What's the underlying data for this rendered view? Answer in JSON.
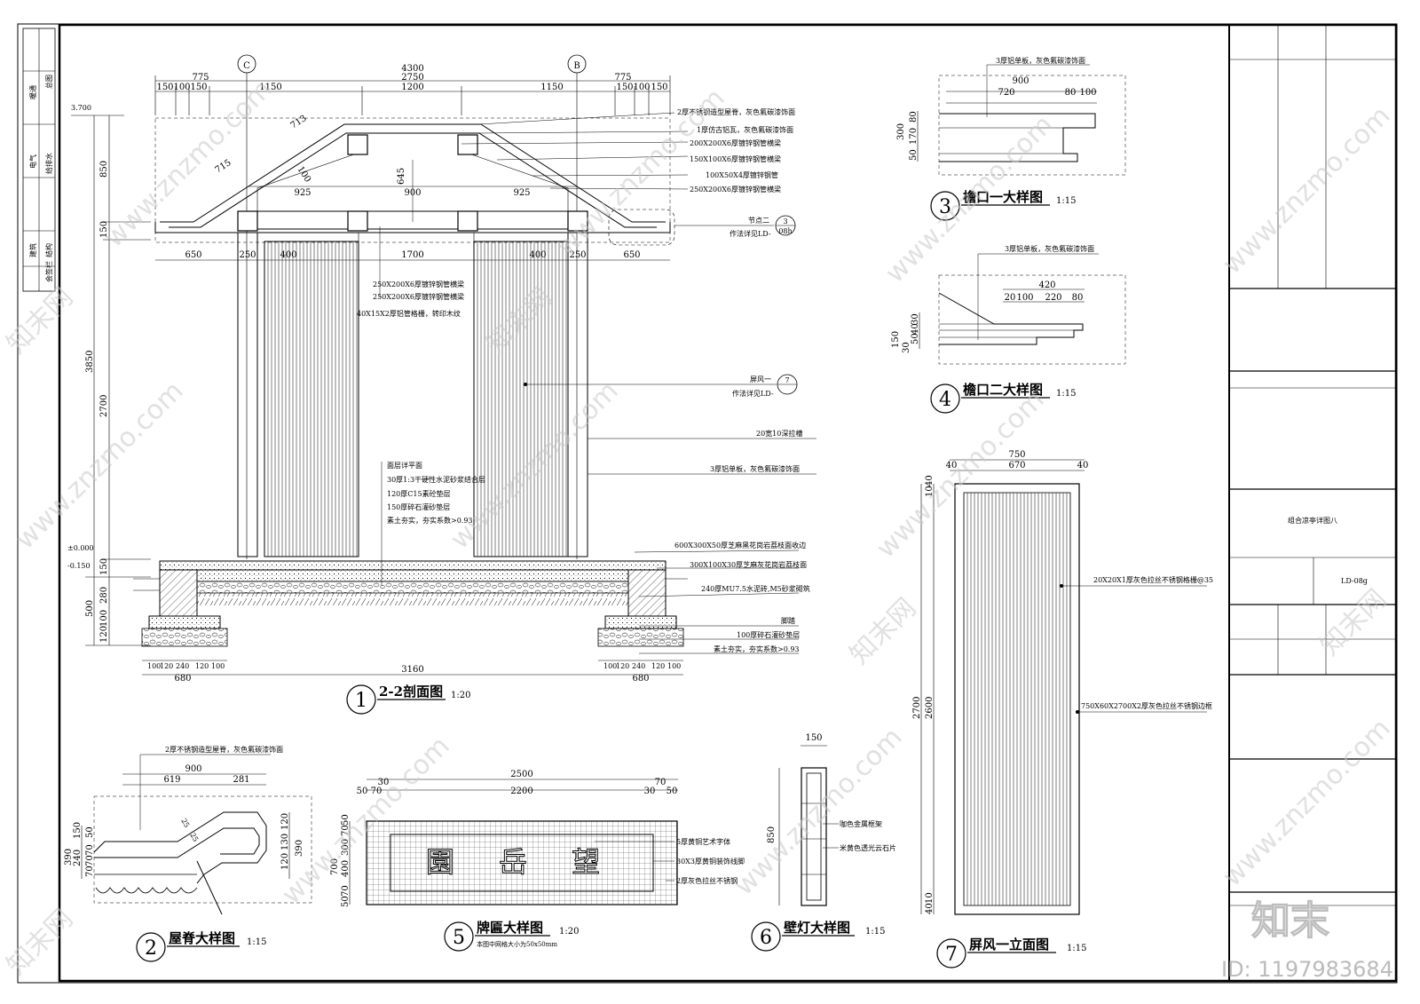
{
  "sheet": {
    "drawing_title": "组合凉亭详图八",
    "drawing_no": "LD-08g",
    "left_stamp": [
      "会签栏",
      "建筑",
      "结构",
      "电气",
      "给排水",
      "暖通",
      "总图"
    ]
  },
  "views": {
    "v1": {
      "num": "1",
      "title": "2-2剖面图",
      "scale": "1:20"
    },
    "v2": {
      "num": "2",
      "title": "屋脊大样图",
      "scale": "1:15"
    },
    "v3": {
      "num": "3",
      "title": "檐口一大样图",
      "scale": "1:15"
    },
    "v4": {
      "num": "4",
      "title": "檐口二大样图",
      "scale": "1:15"
    },
    "v5": {
      "num": "5",
      "title": "牌匾大样图",
      "scale": "1:20",
      "note": "本图中网格大小为50x50mm"
    },
    "v6": {
      "num": "6",
      "title": "壁灯大样图",
      "scale": "1:15"
    },
    "v7": {
      "num": "7",
      "title": "屏风一立面图",
      "scale": "1:15"
    }
  },
  "section": {
    "axis_c": "C",
    "axis_b": "B",
    "dims_top": {
      "total": "4300",
      "inner": "2750",
      "side_l": "775",
      "side_r": "775",
      "l1": "150",
      "l2": "100",
      "l3": "150",
      "l4": "1150",
      "mid": "1200",
      "r4": "1150",
      "r3": "150",
      "r2": "100",
      "r1": "150"
    },
    "roof_dims": {
      "slope1": "713",
      "slope2": "715",
      "t100": "100",
      "w925a": "925",
      "w900": "900",
      "w925b": "925",
      "h645": "645"
    },
    "row2": {
      "a": "650",
      "b": "250",
      "c": "400",
      "d": "1700",
      "e": "400",
      "f": "250",
      "g": "650"
    },
    "vert": {
      "elev": "3.700",
      "h3850": "3850",
      "h850": "850",
      "h150": "150",
      "h2700": "2700",
      "zero": "±0.000",
      "neg": "-0.150",
      "f150": "150",
      "f500": "500",
      "f280": "280",
      "f100": "100",
      "f120": "120"
    },
    "bottom": {
      "total": "3160",
      "l": [
        "100",
        "120",
        "240",
        "120",
        "100"
      ],
      "lt": "680",
      "r": [
        "100",
        "120",
        "240",
        "120",
        "100"
      ],
      "rt": "680"
    },
    "notes_roof": [
      "2厚不锈钢造型屋脊，灰色氟碳漆饰面",
      "1厚仿古铝瓦，灰色氟碳漆饰面",
      "200X200X6厚镀锌钢管横梁",
      "150X100X6厚镀锌钢管横梁",
      "100X50X4厚镀锌钢管",
      "250X200X6厚镀锌钢管横梁"
    ],
    "node_ref": {
      "label": "节点二",
      "see": "作法详见LD-",
      "num": "3",
      "sheet": "08h"
    },
    "notes_beam": [
      "250X200X6厚镀锌钢管横梁",
      "250X200X6厚镀锌钢管横梁",
      "40X15X2厚铝管格栅，转印木纹"
    ],
    "screen_ref": {
      "label": "屏风一",
      "see": "作法详见LD-",
      "num": "7"
    },
    "notes_side": [
      "20宽10深拉槽",
      "3厚铝单板，灰色氟碳漆饰面"
    ],
    "notes_floor": [
      "面层详平面",
      "30厚1:3干硬性水泥砂浆结合层",
      "120厚C15素砼垫层",
      "150厚碎石灌砂垫层",
      "素土夯实，夯实系数>0.93"
    ],
    "notes_base": [
      "600X300X50厚芝麻黑花岗岩荔枝面收边",
      "300X100X30厚芝麻灰花岗岩荔枝面",
      "240厚MU7.5水泥砖,M5砂浆砌筑",
      "脚踏",
      "100厚碎石灌砂垫层",
      "素土夯实，夯实系数>0.93"
    ]
  },
  "eave1": {
    "note": "3厚铝单板，灰色氟碳漆饰面",
    "w900": "900",
    "w720": "720",
    "w80": "80",
    "w100": "100",
    "h300": "300",
    "h80": "80",
    "h170": "170",
    "h50": "50"
  },
  "eave2": {
    "note": "3厚铝单板，灰色氟碳漆饰面",
    "w420": "420",
    "d": [
      "20",
      "100",
      "220",
      "80"
    ],
    "h150": "150",
    "h30a": "30",
    "h40": "40",
    "h50": "50",
    "h30b": "30"
  },
  "ridge": {
    "note": "2厚不锈钢造型屋脊，灰色氟碳漆饰面",
    "w900": "900",
    "w619": "619",
    "w281": "281",
    "a25a": "25",
    "a25b": "25",
    "left": [
      "390",
      "150",
      "50",
      "240",
      "70",
      "70",
      "70"
    ],
    "right": [
      "120",
      "130",
      "120",
      "390"
    ]
  },
  "plaque": {
    "w2500": "2500",
    "w2200": "2200",
    "l30": "30",
    "l50": "50",
    "l70": "70",
    "r70": "70",
    "r30": "30",
    "r50": "50",
    "h": [
      "50",
      "70",
      "300",
      "700",
      "400",
      "70",
      "50"
    ],
    "chars": "園 岳 望",
    "notes": [
      "5厚黄铜艺术字体",
      "30X3厚黄铜装饰线脚",
      "2厚灰色拉丝不锈钢"
    ]
  },
  "lamp": {
    "w150": "150",
    "h850": "850",
    "notes": [
      "咖色金属框架",
      "米黄色透光云石片"
    ]
  },
  "screen": {
    "w750": "750",
    "w670": "670",
    "l40": "40",
    "r40": "40",
    "h2700": "2700",
    "h2600": "2600",
    "t40": "40",
    "t10": "10",
    "b40": "40",
    "b10": "10",
    "notes": [
      "20X20X1厚灰色拉丝不锈钢格栅@35",
      "750X60X2700X2厚灰色拉丝不锈钢边框"
    ]
  },
  "watermark": {
    "site": "www.znzmo.com",
    "brand": "知末网",
    "logo": "知末",
    "id": "ID: 1197983684"
  }
}
